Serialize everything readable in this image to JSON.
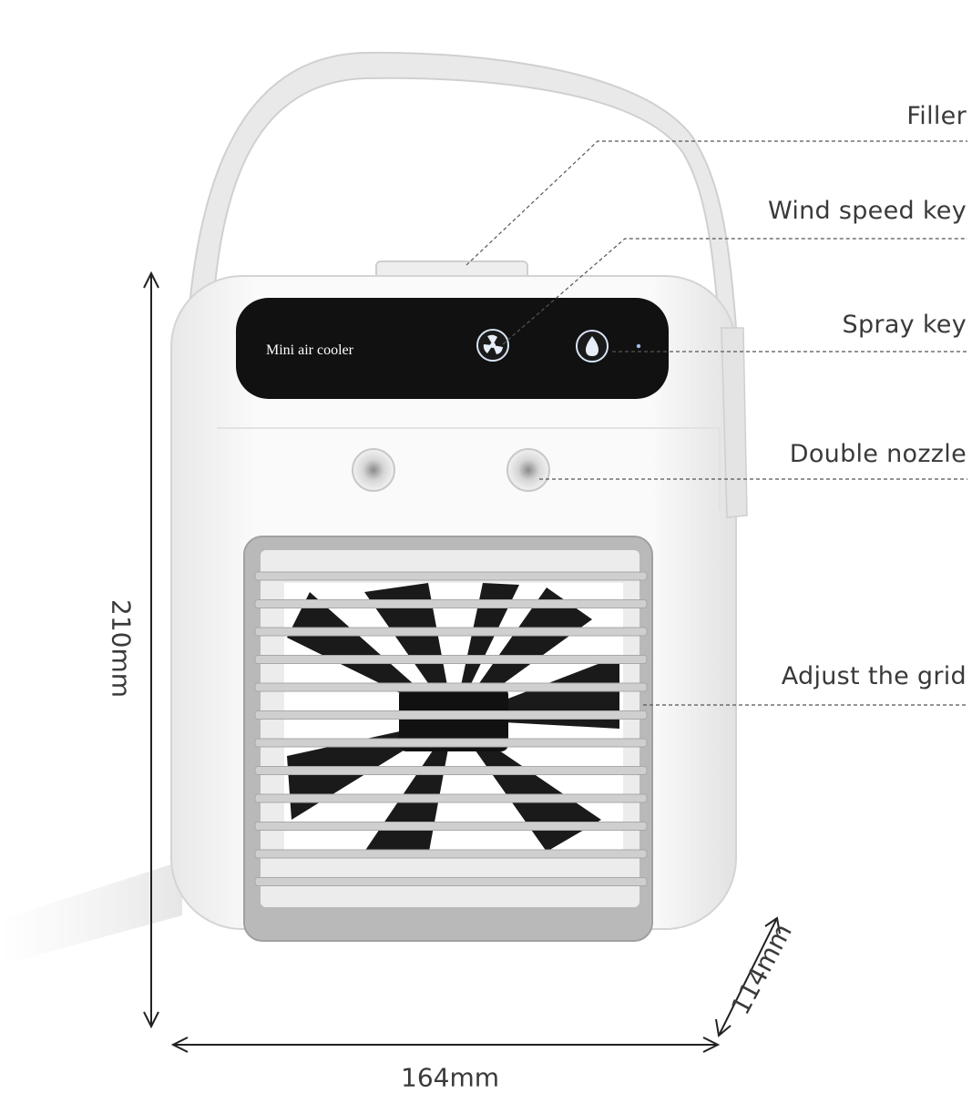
{
  "product": {
    "panel_label": "Mini air cooler"
  },
  "callouts": [
    {
      "label": "Filler"
    },
    {
      "label": "Wind speed key"
    },
    {
      "label": "Spray key"
    },
    {
      "label": "Double nozzle"
    },
    {
      "label": "Adjust the grid"
    }
  ],
  "dimensions": {
    "height": "210mm",
    "width": "164mm",
    "depth": "114mm"
  },
  "icons": [
    "fan-icon",
    "spray-icon"
  ],
  "colors": {
    "body": "#f4f4f4",
    "panel": "#111111",
    "grille": "#a9a9a9",
    "fan": "#1a1a1a",
    "strap": "#e6e6e6"
  }
}
